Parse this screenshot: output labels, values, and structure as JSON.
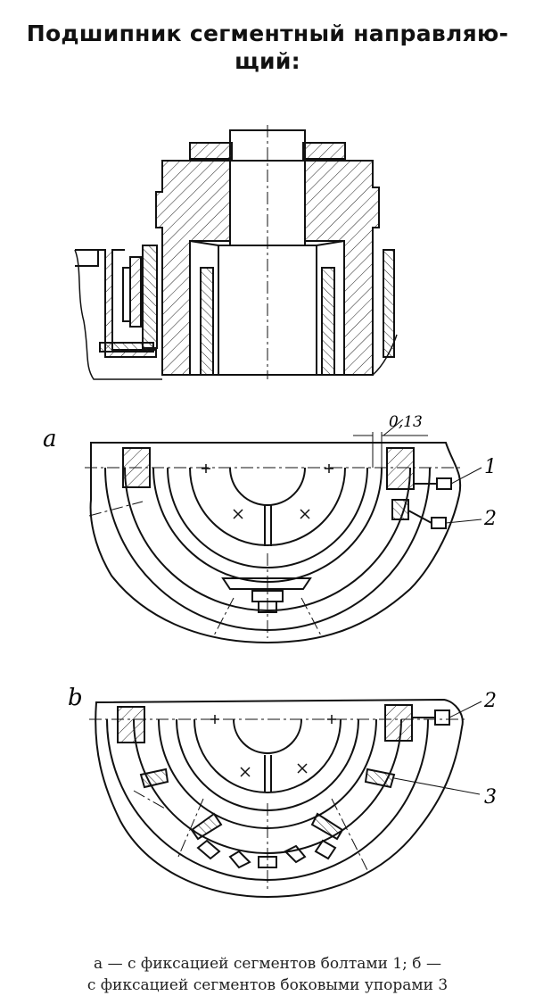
{
  "title": {
    "line1": "Подшипник сегментный направляю-",
    "line2": "щий:"
  },
  "figure_a": {
    "letter": "a",
    "gap_dimension": "0,13",
    "callouts": [
      "1",
      "2"
    ]
  },
  "figure_b": {
    "letter": "b",
    "callouts": [
      "2",
      "3"
    ]
  },
  "caption": {
    "line1": "а — с фиксацией сегментов болтами 1; б —",
    "line2": "с фиксацией сегментов боковыми упорами 3"
  }
}
